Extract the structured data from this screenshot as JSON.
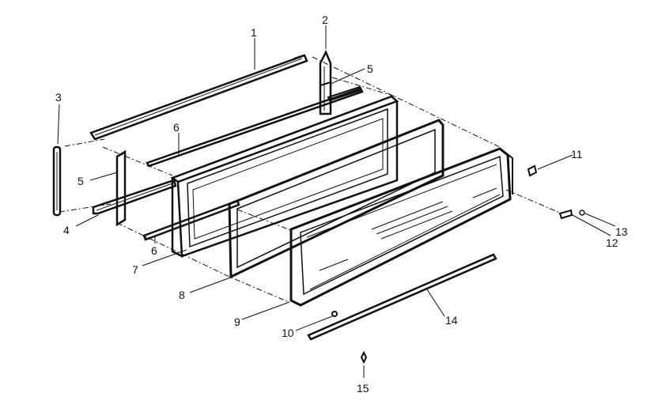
{
  "diagram": {
    "colors": {
      "ink": "#111111",
      "paper": "#ffffff"
    },
    "callouts": [
      {
        "id": "c1",
        "label": "1"
      },
      {
        "id": "c2",
        "label": "2"
      },
      {
        "id": "c3",
        "label": "3"
      },
      {
        "id": "c4",
        "label": "4"
      },
      {
        "id": "c5a",
        "label": "5"
      },
      {
        "id": "c5b",
        "label": "5"
      },
      {
        "id": "c6a",
        "label": "6"
      },
      {
        "id": "c6b",
        "label": "6"
      },
      {
        "id": "c7",
        "label": "7"
      },
      {
        "id": "c8",
        "label": "8"
      },
      {
        "id": "c9",
        "label": "9"
      },
      {
        "id": "c10",
        "label": "10"
      },
      {
        "id": "c11",
        "label": "11"
      },
      {
        "id": "c12",
        "label": "12"
      },
      {
        "id": "c13",
        "label": "13"
      },
      {
        "id": "c14",
        "label": "14"
      },
      {
        "id": "c15",
        "label": "15"
      }
    ]
  }
}
